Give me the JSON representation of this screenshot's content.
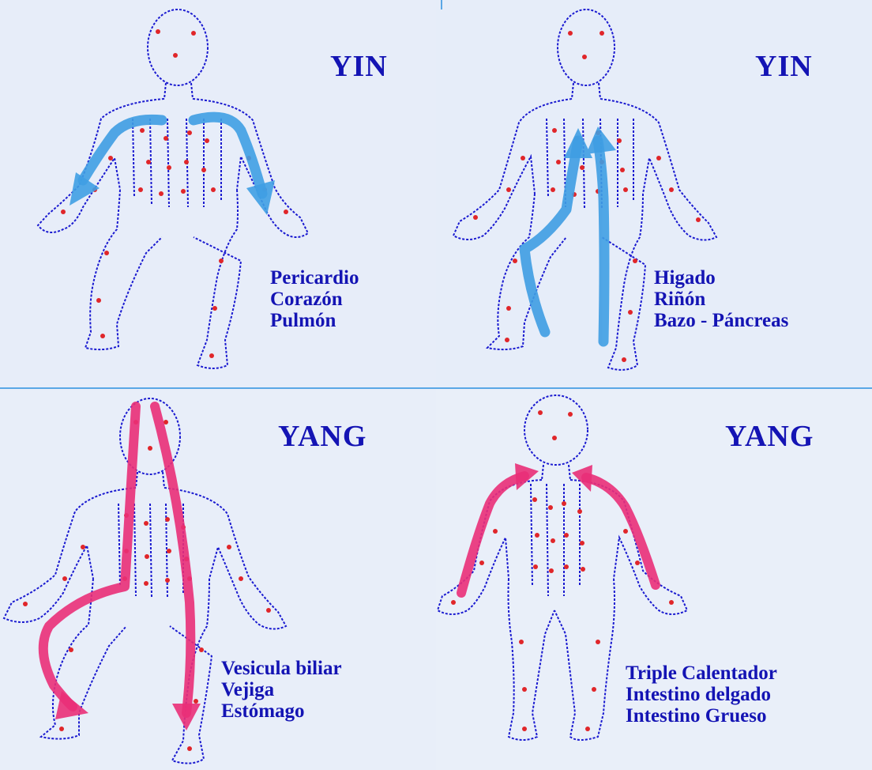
{
  "panels": [
    {
      "id": "top-left",
      "heading": "YIN",
      "arrow_color": "#3f9ee3",
      "organs": [
        "Pericardio",
        "Corazón",
        "Pulmón"
      ]
    },
    {
      "id": "top-right",
      "heading": "YIN",
      "arrow_color": "#3f9ee3",
      "organs": [
        "Higado",
        "Riñón",
        "Bazo - Páncreas"
      ]
    },
    {
      "id": "bottom-left",
      "heading": "YANG",
      "arrow_color": "#ea2f78",
      "organs": [
        "Vesicula biliar",
        "Vejiga",
        "Estómago"
      ]
    },
    {
      "id": "bottom-right",
      "heading": "YANG",
      "arrow_color": "#ea2f78",
      "organs": [
        "Triple Calentador",
        "Intestino delgado",
        "Intestino Grueso"
      ]
    }
  ],
  "colors": {
    "text": "#1414b4",
    "outline": "#1a1ad0",
    "points": "#e0262a",
    "divider": "#5aa7e6",
    "background": "#e7edf9"
  }
}
